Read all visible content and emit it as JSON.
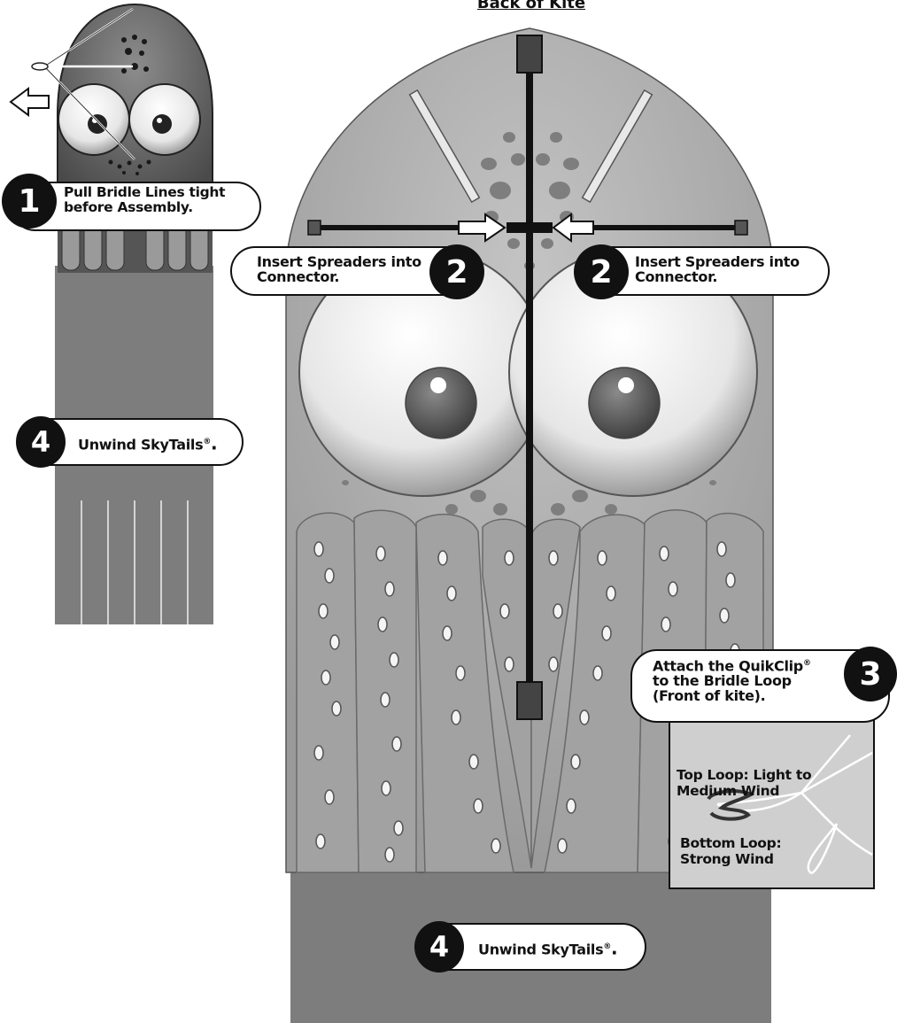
{
  "title": "Back of Kite",
  "steps": {
    "step1": {
      "number": "1",
      "text": "Pull Bridle Lines tight\nbefore Assembly."
    },
    "step2_left": {
      "number": "2",
      "text": "Insert Spreaders into\nConnector."
    },
    "step2_right": {
      "number": "2",
      "text": "Insert Spreaders into\nConnector."
    },
    "step3": {
      "number": "3",
      "text_main": "Attach the QuikClip",
      "text_rest": "\nto the  Bridle Loop\n(Front of kite).",
      "mark": "®"
    },
    "step4_left": {
      "number": "4",
      "text": "Unwind SkyTails",
      "mark": "®",
      "end": "."
    },
    "step4_bottom": {
      "number": "4",
      "text": "Unwind SkyTails",
      "mark": "®",
      "end": "."
    }
  },
  "bridle_panel": {
    "top_loop": "Top Loop: Light to\nMedium Wind",
    "bottom_loop": "Bottom Loop:\nStrong Wind"
  },
  "colors": {
    "kite_body": "#a9a9a9",
    "kite_dark": "#7a7a7a",
    "tail": "#7d7d7d",
    "outline": "#111111",
    "panel": "#cfcfcf"
  }
}
